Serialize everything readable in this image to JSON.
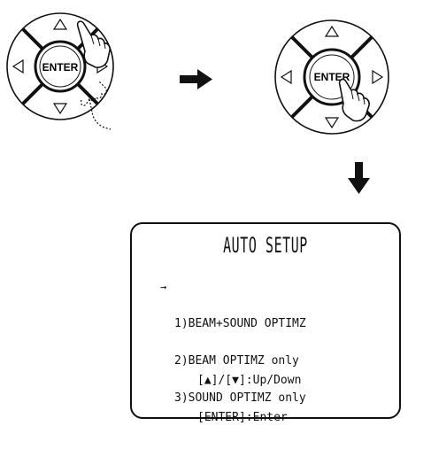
{
  "remote": {
    "enter_label_left": "ENTER",
    "enter_label_right": "ENTER"
  },
  "screen": {
    "title": "AUTO SETUP",
    "cursor": "→",
    "options": [
      "1)BEAM+SOUND OPTIMZ",
      "2)BEAM OPTIMZ only",
      "3)SOUND OPTIMZ only"
    ],
    "help_line1": "[▲]/[▼]:Up/Down",
    "help_line2": "[ENTER]:Enter"
  },
  "icons": [
    "right-arrow-icon",
    "down-arrow-icon",
    "finger-press-icon",
    "finger-outline-icon",
    "cursor-arrow-icon"
  ]
}
